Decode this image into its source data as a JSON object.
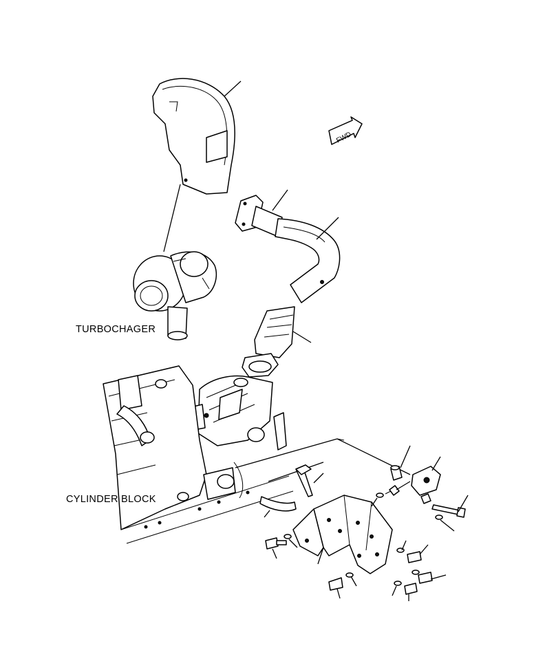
{
  "labels": {
    "turbocharger": "TURBOCHAGER",
    "cylinder_block": "CYLINDER BLOCK",
    "fwd": "FWD"
  },
  "icons": [
    "fwd-arrow-icon"
  ],
  "colors": {
    "ink": "#000000",
    "paper": "#ffffff"
  }
}
